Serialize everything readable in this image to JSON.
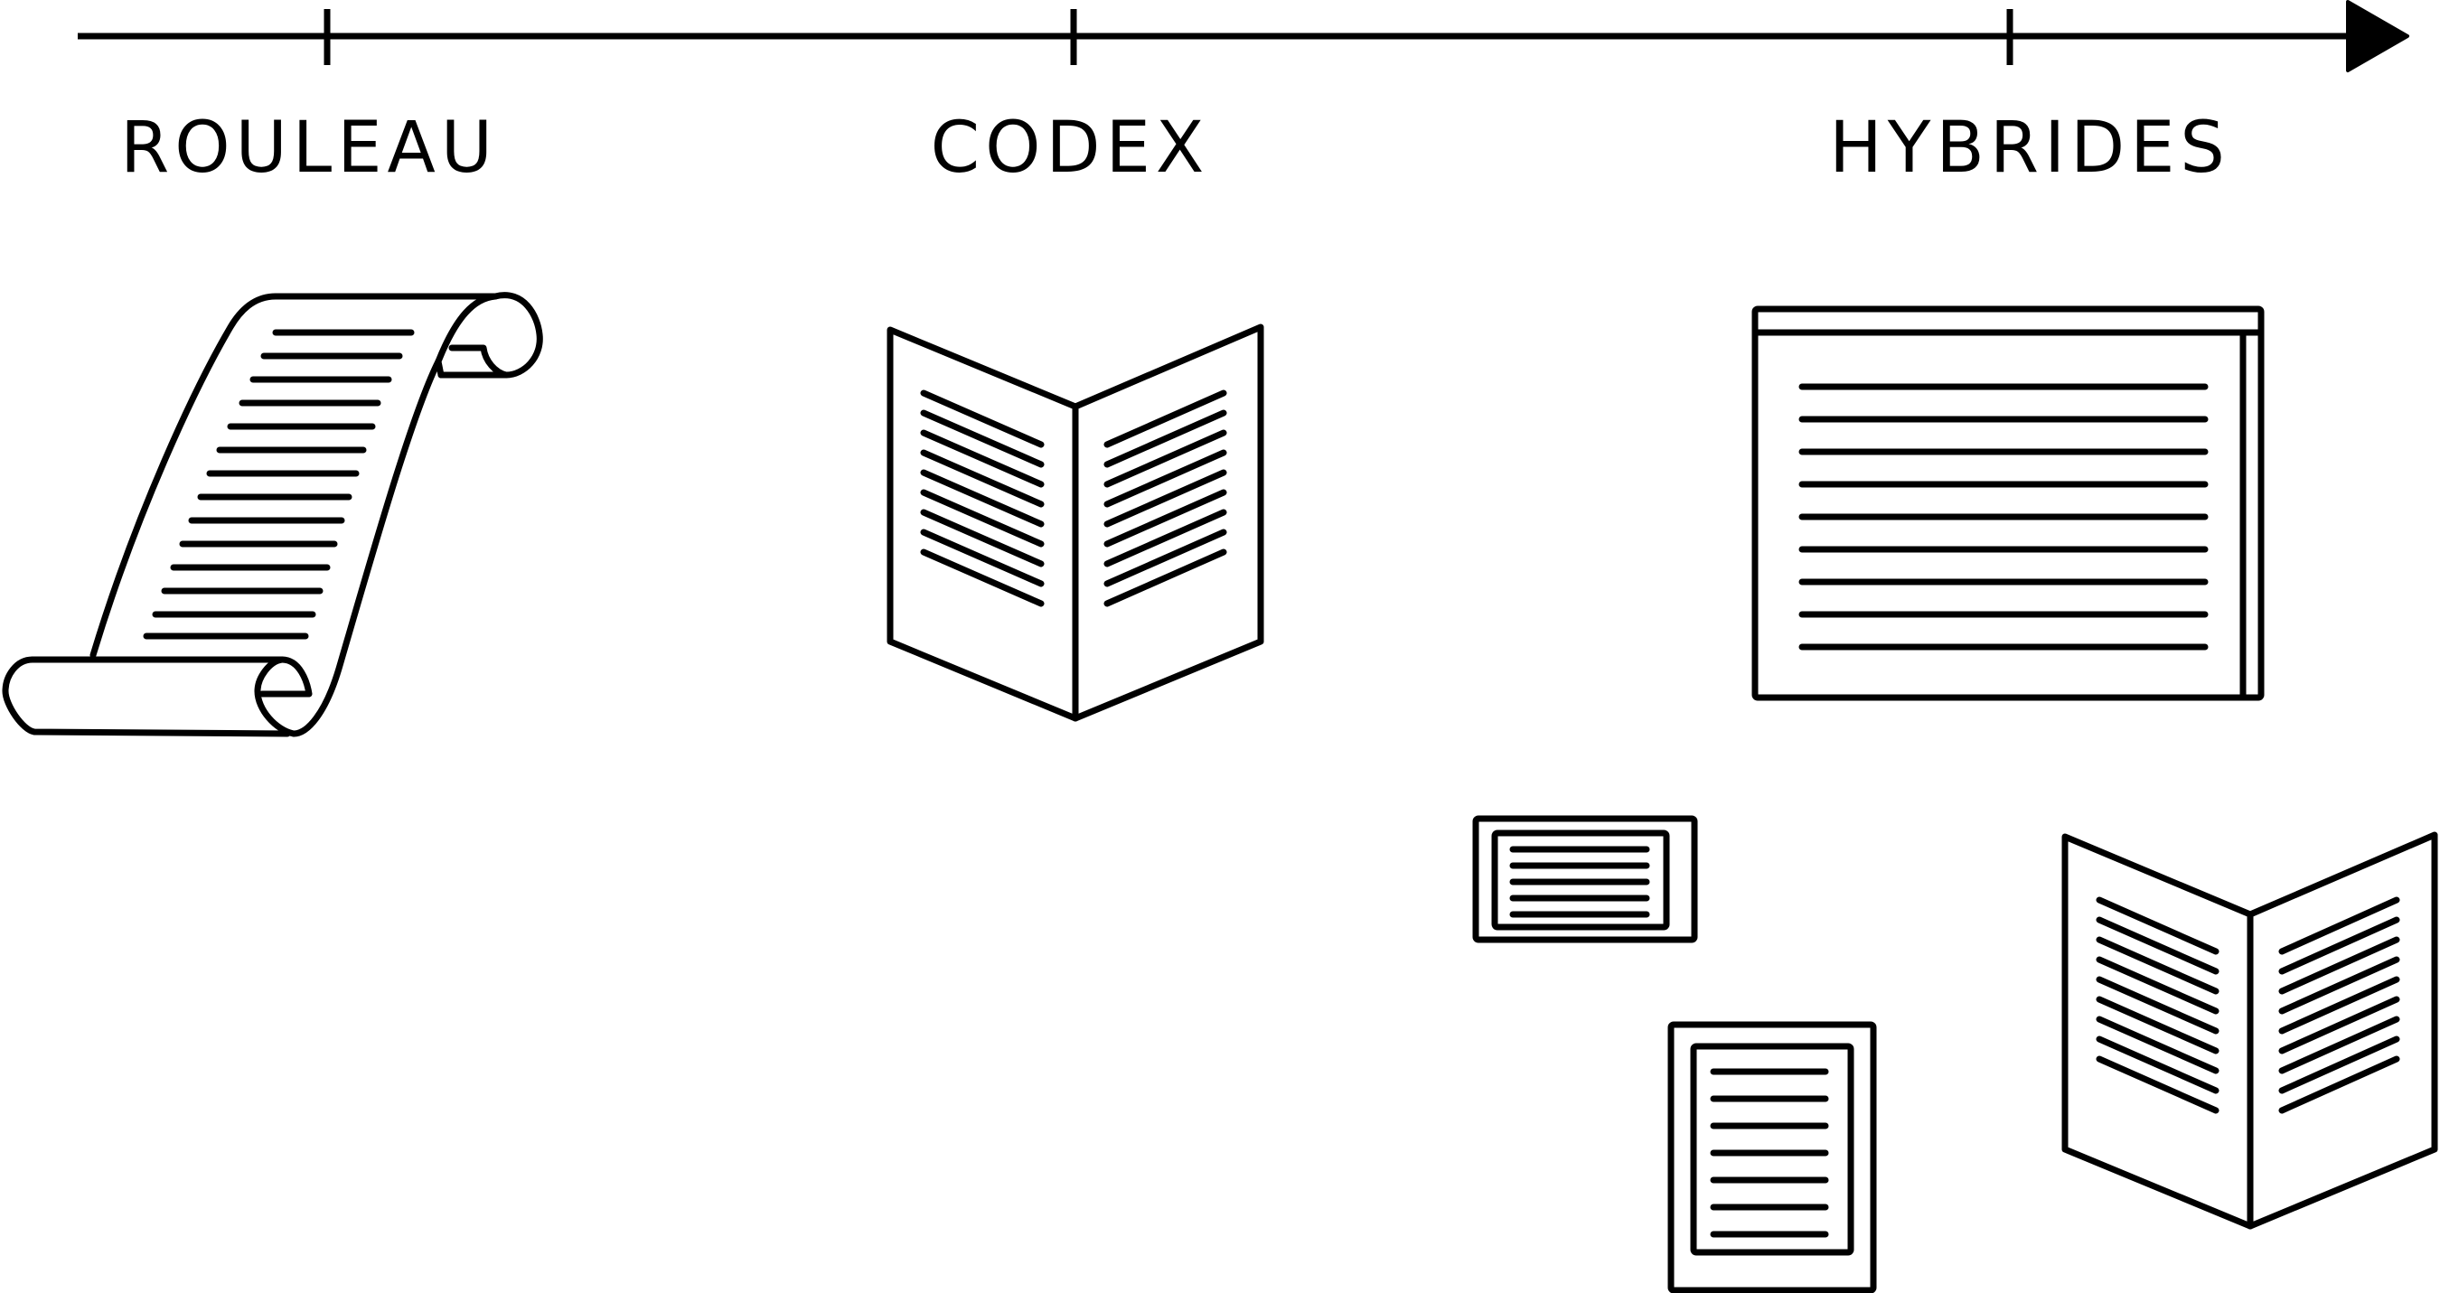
{
  "colors": {
    "ink": "#000000",
    "background": "#ffffff"
  },
  "timeline": {
    "labels": {
      "rouleau": "ROULEAU",
      "codex": "CODEX",
      "hybrides": "HYBRIDES"
    }
  },
  "icons": {
    "rouleau": "scroll-icon",
    "codex": "open-book-icon",
    "hybrides": [
      "e-reader-landscape-icon",
      "small-e-reader-icon",
      "tablet-portrait-icon",
      "open-book-icon"
    ]
  }
}
